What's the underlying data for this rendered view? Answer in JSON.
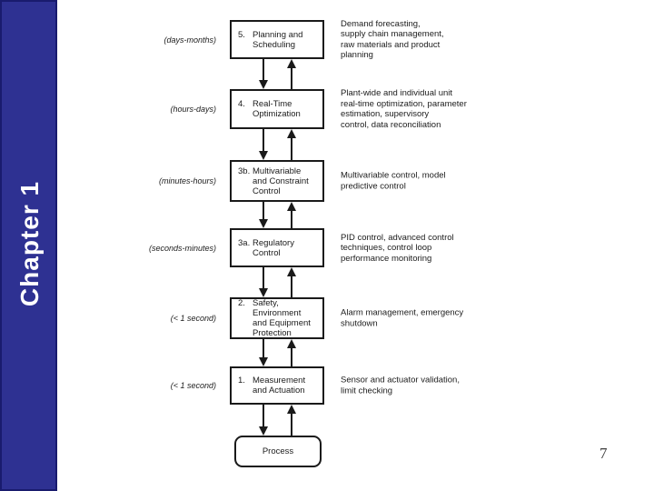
{
  "sidebar": {
    "label": "Chapter 1",
    "bg_color": "#2E3192",
    "border_color": "#191b6e"
  },
  "page_number": "7",
  "diagram": {
    "rows": [
      {
        "time": "(days-months)",
        "num": "5.",
        "title": "Planning and\nScheduling",
        "note": "Demand forecasting,\nsupply chain management,\nraw materials and product\nplanning"
      },
      {
        "time": "(hours-days)",
        "num": "4.",
        "title": "Real-Time\nOptimization",
        "note": "Plant-wide and individual unit\nreal-time optimization, parameter\nestimation, supervisory\ncontrol, data reconciliation"
      },
      {
        "time": "(minutes-hours)",
        "num": "3b.",
        "title": "Multivariable\nand Constraint\nControl",
        "note": "Multivariable control, model\npredictive control"
      },
      {
        "time": "(seconds-minutes)",
        "num": "3a.",
        "title": "Regulatory\nControl",
        "note": "PID control, advanced control\ntechniques, control loop\nperformance monitoring"
      },
      {
        "time": "(< 1 second)",
        "num": "2.",
        "title": "Safety, Environment\nand Equipment\nProtection",
        "note": "Alarm management, emergency\nshutdown"
      },
      {
        "time": "(< 1 second)",
        "num": "1.",
        "title": "Measurement\nand Actuation",
        "note": "Sensor and actuator validation,\nlimit checking"
      }
    ],
    "process_label": "Process"
  }
}
